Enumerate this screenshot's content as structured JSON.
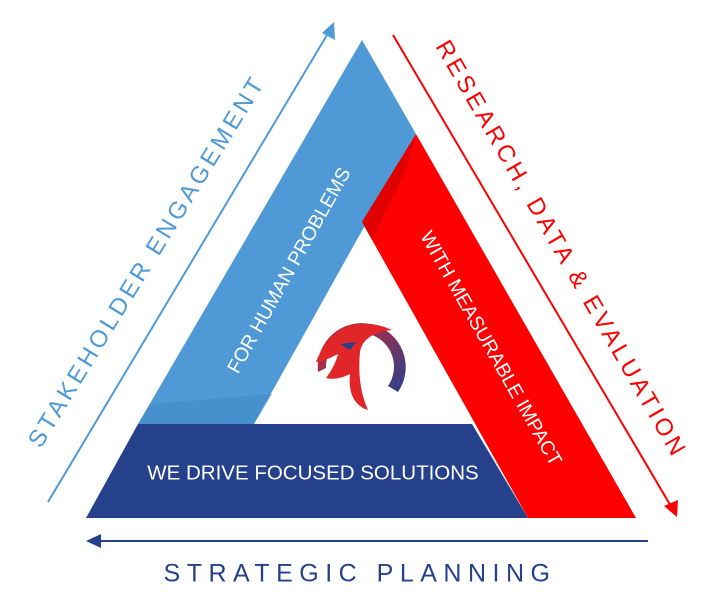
{
  "outer_labels": {
    "left": "STAKEHOLDER ENGAGEMENT",
    "right": "RESEARCH, DATA & EVALUATION",
    "bottom": "STRATEGIC PLANNING"
  },
  "inner_labels": {
    "left_side": "FOR HUMAN PROBLEMS",
    "right_side": "WITH MEASURABLE IMPACT",
    "bottom_side": "WE DRIVE FOCUSED SOLUTIONS"
  },
  "center_logo": {
    "icon": "eagle-head-icon"
  },
  "colors": {
    "light_blue": "#4f9ad6",
    "red": "#fe0000",
    "navy": "#26418c",
    "white": "#ffffff"
  }
}
